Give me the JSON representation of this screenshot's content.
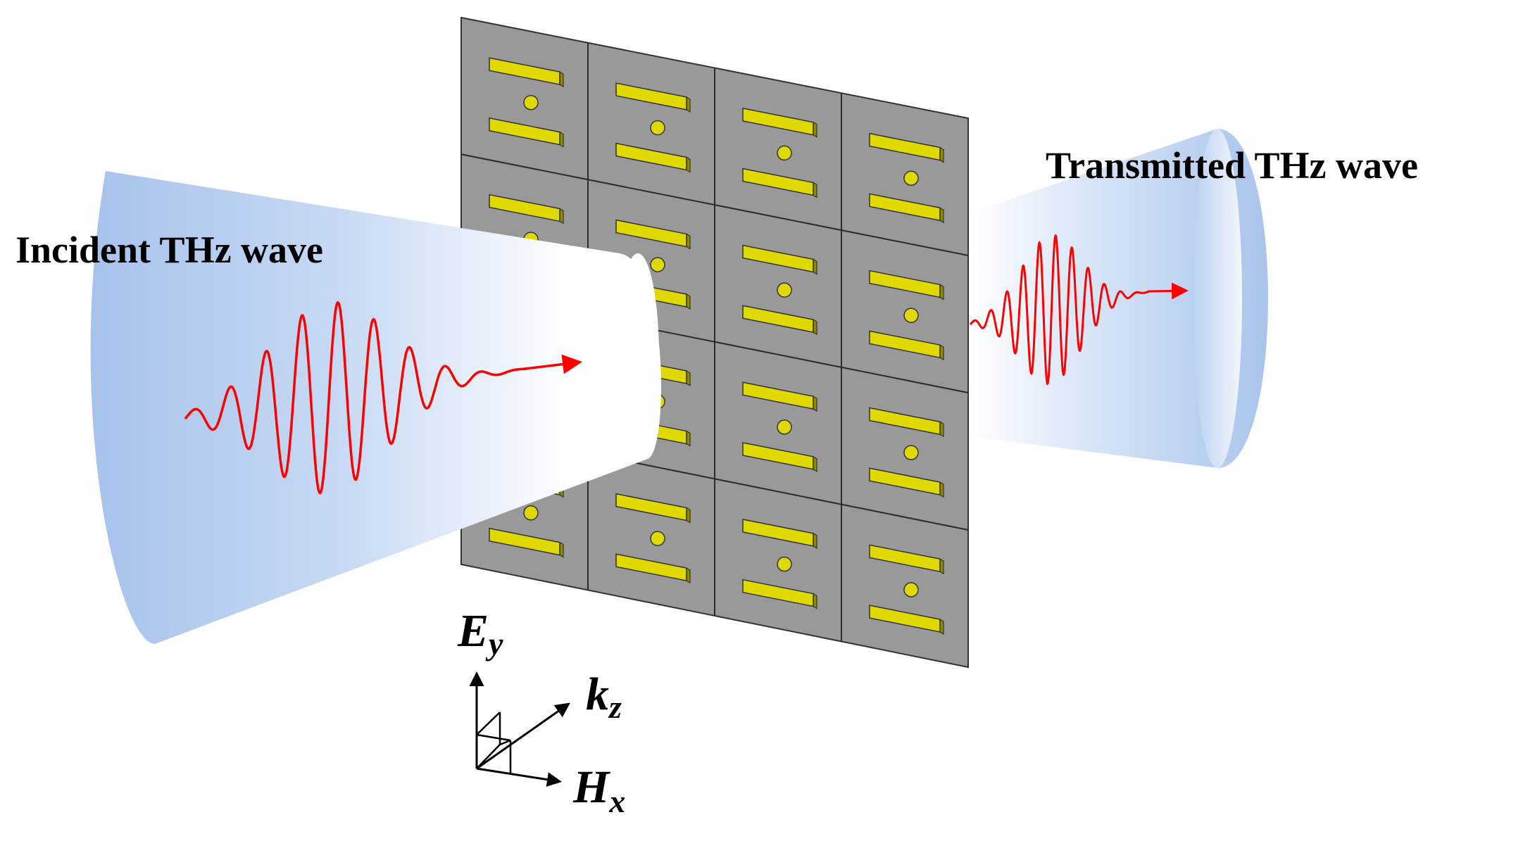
{
  "labels": {
    "incident": "Incident THz wave",
    "transmitted": "Transmitted THz wave"
  },
  "axes": {
    "e": "E",
    "e_sub": "y",
    "k": "k",
    "k_sub": "z",
    "h": "H",
    "h_sub": "x"
  },
  "colors": {
    "wave": "#ff0000",
    "beam": "#a9c4ec",
    "plate": "#999999",
    "resonator": "#e0d900",
    "grid_line": "#2a2a2a"
  },
  "metasurface": {
    "rows": 4,
    "columns": 4
  }
}
